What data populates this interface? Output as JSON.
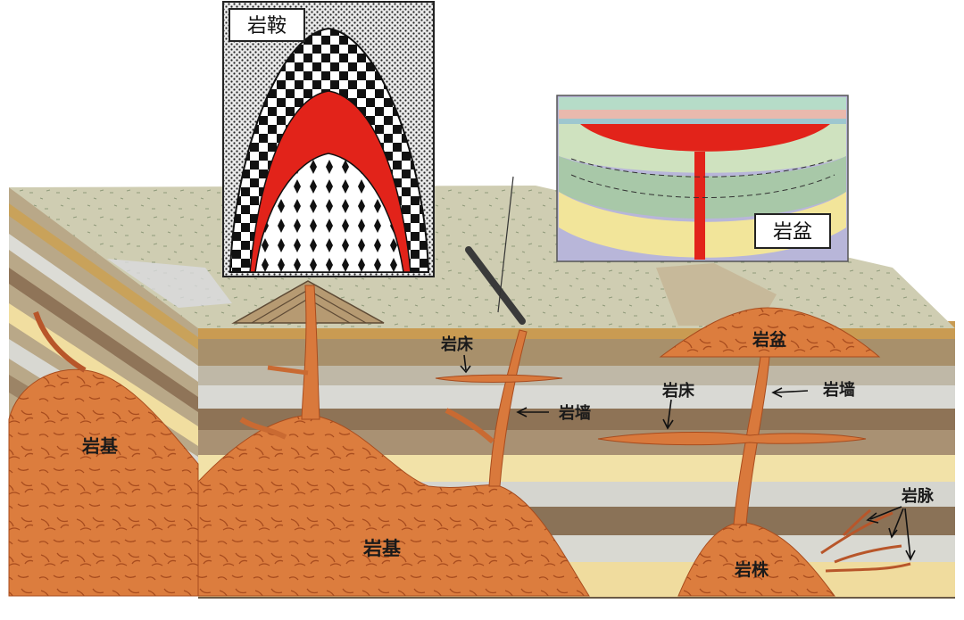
{
  "labels": {
    "saddle_inset": "岩鞍",
    "basin_inset": "岩盆",
    "batholith_left": "岩基",
    "batholith_center": "岩基",
    "sill_center": "岩床",
    "dike_center": "岩墙",
    "basin_block": "岩盆",
    "sill_right": "岩床",
    "dike_right": "岩墙",
    "vein": "岩脉",
    "stock": "岩株"
  },
  "colors": {
    "magma": "#d9793c",
    "magma_dark": "#b8562a",
    "intrusion_red": "#e2231a",
    "ground_top": "#c9c7aa",
    "layer_light": "#d8d8d2",
    "layer_yellow": "#f1dea0",
    "layer_brown": "#9c8466",
    "layer_dark": "#6f5a44"
  }
}
